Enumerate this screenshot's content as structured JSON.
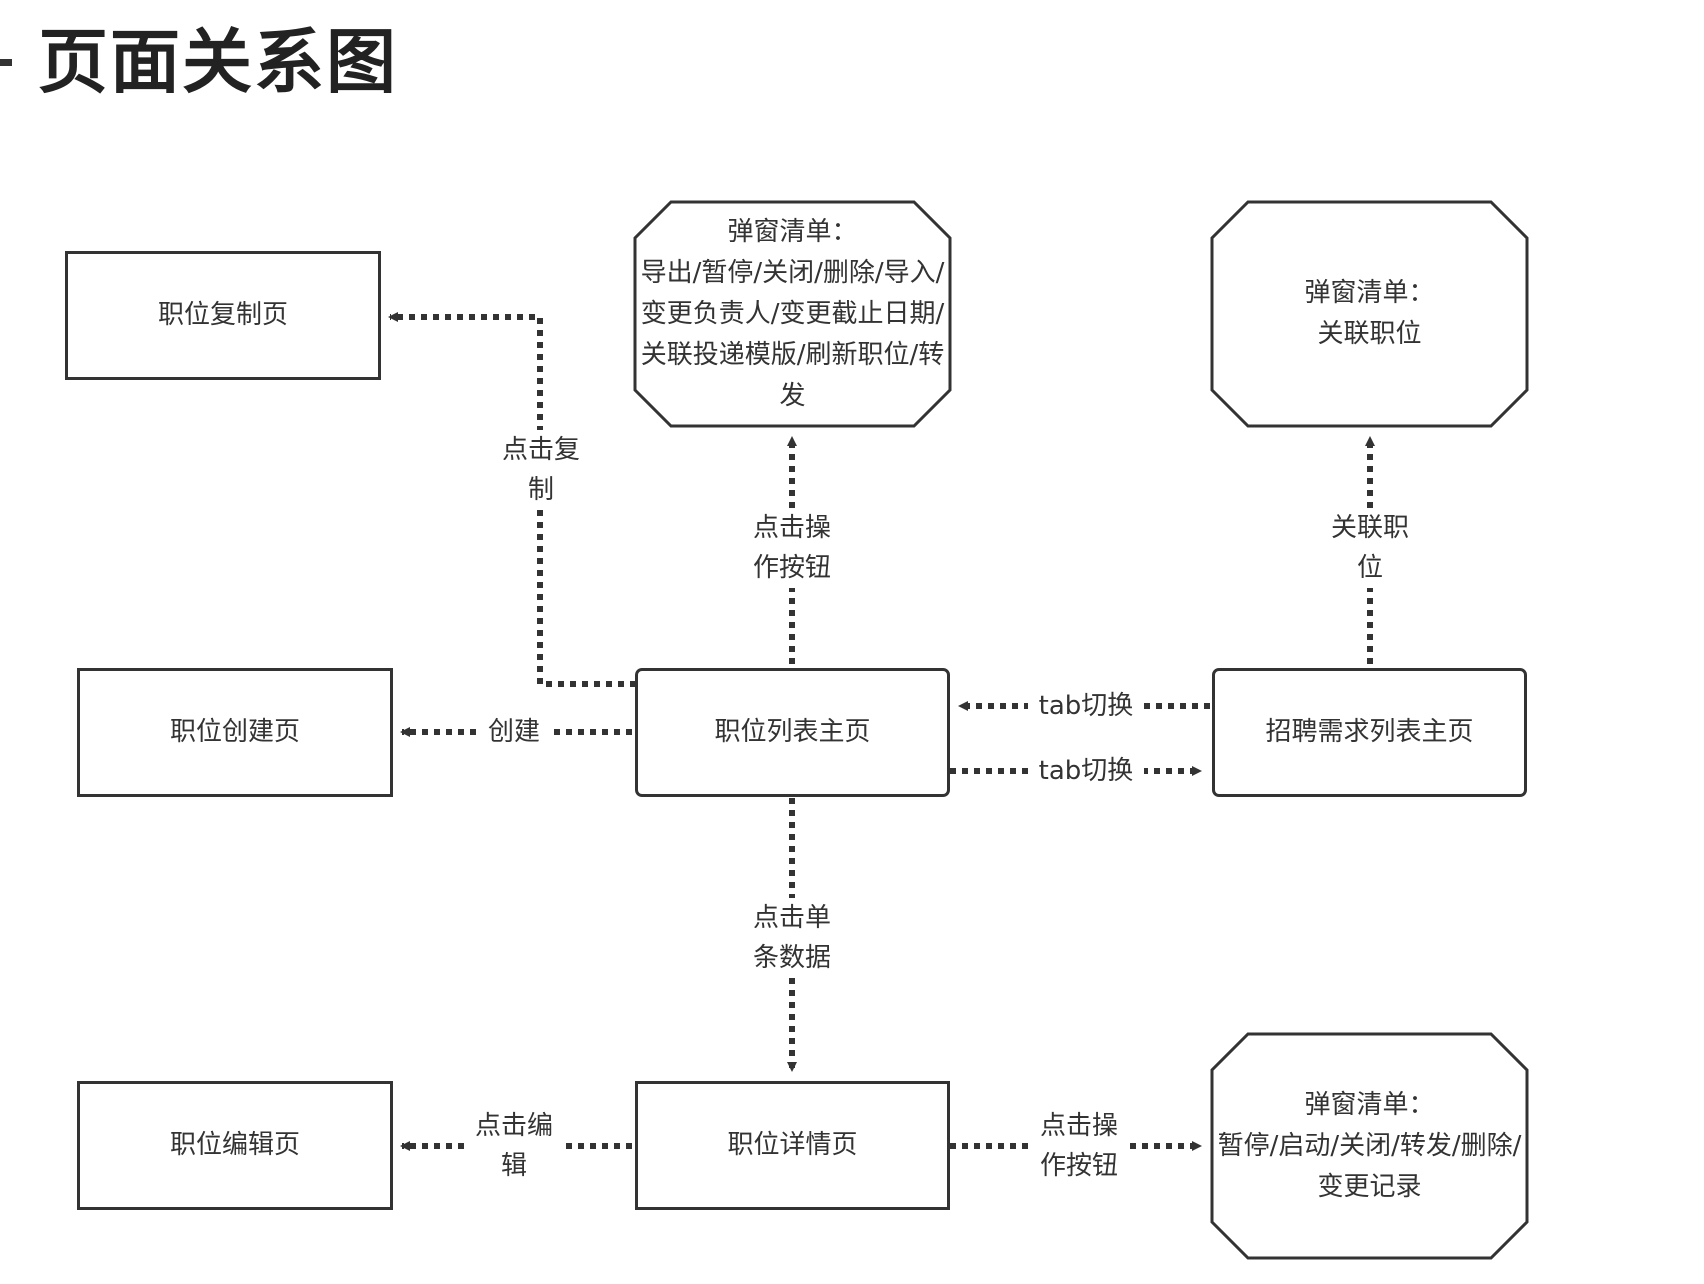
{
  "title": "页面关系图",
  "nodes": {
    "copy_page": "职位复制页",
    "create_page": "职位创建页",
    "edit_page": "职位编辑页",
    "list_home": "职位列表主页",
    "detail_page": "职位详情页",
    "recruit_list_home": "招聘需求列表主页",
    "popup_list_ops": "弹窗清单：\n导出/暂停/关闭/删除/导入/变更负责人/变更截止日期/关联投递模版/刷新职位/转发",
    "popup_link_job": "弹窗清单：\n关联职位",
    "popup_detail_ops": "弹窗清单：\n暂停/启动/关闭/转发/删除/变更记录"
  },
  "edges": {
    "copy": "点击复\n制",
    "create": "创建",
    "ops_button_top": "点击操\n作按钮",
    "tab_switch_1": "tab切换",
    "tab_switch_2": "tab切换",
    "link_job": "关联职\n位",
    "click_single": "点击单\n条数据",
    "edit": "点击编\n辑",
    "ops_button_detail": "点击操\n作按钮"
  }
}
